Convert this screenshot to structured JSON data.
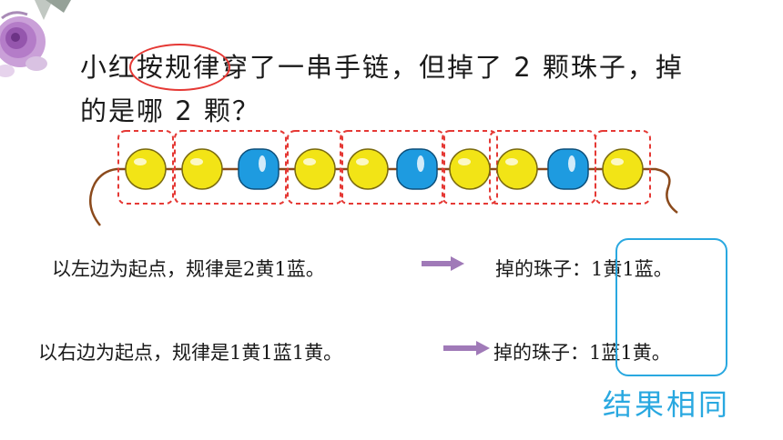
{
  "question": {
    "line1_before": "小红",
    "highlight": "按规律",
    "line1_after": "穿了一串手链，但掉了 2 颗珠子，掉",
    "line2": "的是哪 2 颗？"
  },
  "bracelet": {
    "beads": [
      "yellow",
      "yellow",
      "blue",
      "yellow",
      "yellow",
      "blue",
      "yellow",
      "yellow",
      "blue",
      "yellow"
    ],
    "groups": [
      [
        0
      ],
      [
        1,
        2
      ],
      [
        3
      ],
      [
        4,
        5
      ],
      [
        6
      ],
      [
        7,
        8
      ],
      [
        9
      ]
    ],
    "colors": {
      "yellow": "#f2e416",
      "blue": "#1e9be0",
      "string": "#8b4a1c",
      "box": "#e53935"
    }
  },
  "statements": [
    {
      "text": "以左边为起点，规律是2黄1蓝。",
      "result_label": "掉的珠子：",
      "result_value": "1黄1蓝。"
    },
    {
      "text": "以右边为起点，规律是1黄1蓝1黄。",
      "result_label": "掉的珠子：",
      "result_value": "1蓝1黄。"
    }
  ],
  "conclusion": "结果相同",
  "colors": {
    "arrow": "#a07ab8",
    "result_box": "#29a8e0",
    "conclusion": "#29a8e0"
  }
}
